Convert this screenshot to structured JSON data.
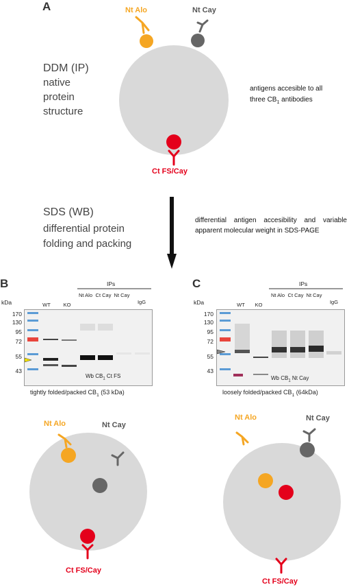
{
  "panel_a": {
    "letter": "A",
    "condition_title": "DDM (IP)",
    "condition_lines": [
      "native",
      "protein",
      "structure"
    ],
    "note_line1": "antigens accesible to all",
    "note_line2_pre": "three CB",
    "note_line2_sub": "1",
    "note_line2_post": " antibodies",
    "ab_nt_alo": "Nt Alo",
    "ab_nt_cay": "Nt Cay",
    "ab_ct": "Ct FS/Cay"
  },
  "middle": {
    "sds_title": "SDS (WB)",
    "sds_line1": "differential protein",
    "sds_line2": "folding and packing",
    "note": "differential antigen accesibility and variable apparent molecular weight in SDS-PAGE"
  },
  "panel_b": {
    "letter": "B",
    "kda": "kDa",
    "markers": [
      "170",
      "130",
      "95",
      "72",
      "55",
      "43"
    ],
    "ips_label": "IPs",
    "lanes": [
      "WT",
      "KO",
      "Nt Alo",
      "Ct Cay",
      "Nt Cay",
      "IgG"
    ],
    "wb_pre": "Wb CB",
    "wb_sub": "1",
    "wb_post": " Ct FS",
    "caption_pre": "tightly folded/packed CB",
    "caption_sub": "1",
    "caption_post": " (53 kDa)",
    "ab_nt_alo": "Nt Alo",
    "ab_nt_cay": "Nt Cay",
    "ab_ct": "Ct FS/Cay"
  },
  "panel_c": {
    "letter": "C",
    "kda": "kDa",
    "markers": [
      "170",
      "130",
      "95",
      "72",
      "55",
      "43"
    ],
    "ips_label": "IPs",
    "lanes": [
      "WT",
      "KO",
      "Nt Alo",
      "Ct Cay",
      "Nt Cay",
      "IgG"
    ],
    "wb_pre": "Wb CB",
    "wb_sub": "1",
    "wb_post": " Nt Cay",
    "caption_pre": "loosely folded/packed CB",
    "caption_sub": "1",
    "caption_post": " (64kDa)",
    "ab_nt_alo": "Nt Alo",
    "ab_nt_cay": "Nt Cay",
    "ab_ct": "Ct FS/Cay"
  },
  "colors": {
    "orange": "#f5a623",
    "gray": "#555555",
    "red": "#e4001b",
    "circle": "#d9d9d9"
  }
}
